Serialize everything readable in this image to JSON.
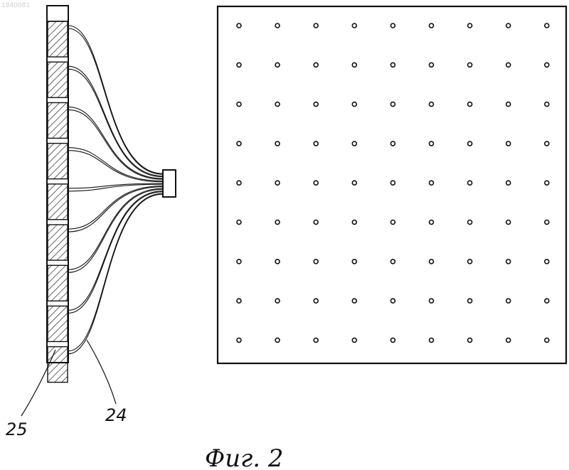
{
  "document_id": "1840081",
  "figure": {
    "caption": "Фиг. 2",
    "labels": {
      "element_25": "25",
      "element_24": "24"
    }
  },
  "strip": {
    "segments": 9
  },
  "plate": {
    "rows": 9,
    "cols": 9
  },
  "colors": {
    "ink": "#111111",
    "background": "#ffffff",
    "watermark": "#cfcfcf"
  }
}
